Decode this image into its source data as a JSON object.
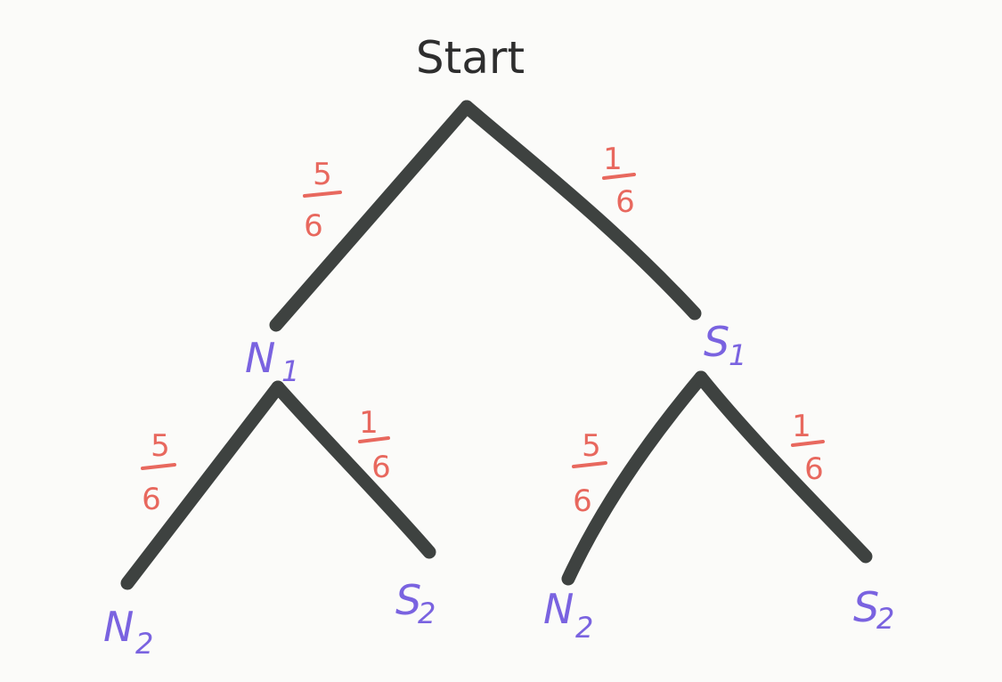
{
  "colors": {
    "branch": "#3e4240",
    "probability": "#e8685e",
    "node": "#7a63e0",
    "root": "#2e2e2e"
  },
  "root": {
    "label": "Start"
  },
  "level1": {
    "left_node": {
      "letter": "N",
      "sub": "1"
    },
    "right_node": {
      "letter": "S",
      "sub": "1"
    },
    "left_prob": {
      "num": "5",
      "den": "6"
    },
    "right_prob": {
      "num": "1",
      "den": "6"
    }
  },
  "level2_left": {
    "left_node": {
      "letter": "N",
      "sub": "2"
    },
    "right_node": {
      "letter": "S",
      "sub": "2"
    },
    "left_prob": {
      "num": "5",
      "den": "6"
    },
    "right_prob": {
      "num": "1",
      "den": "6"
    }
  },
  "level2_right": {
    "left_node": {
      "letter": "N",
      "sub": "2"
    },
    "right_node": {
      "letter": "S",
      "sub": "2"
    },
    "left_prob": {
      "num": "5",
      "den": "6"
    },
    "right_prob": {
      "num": "1",
      "den": "6"
    }
  }
}
